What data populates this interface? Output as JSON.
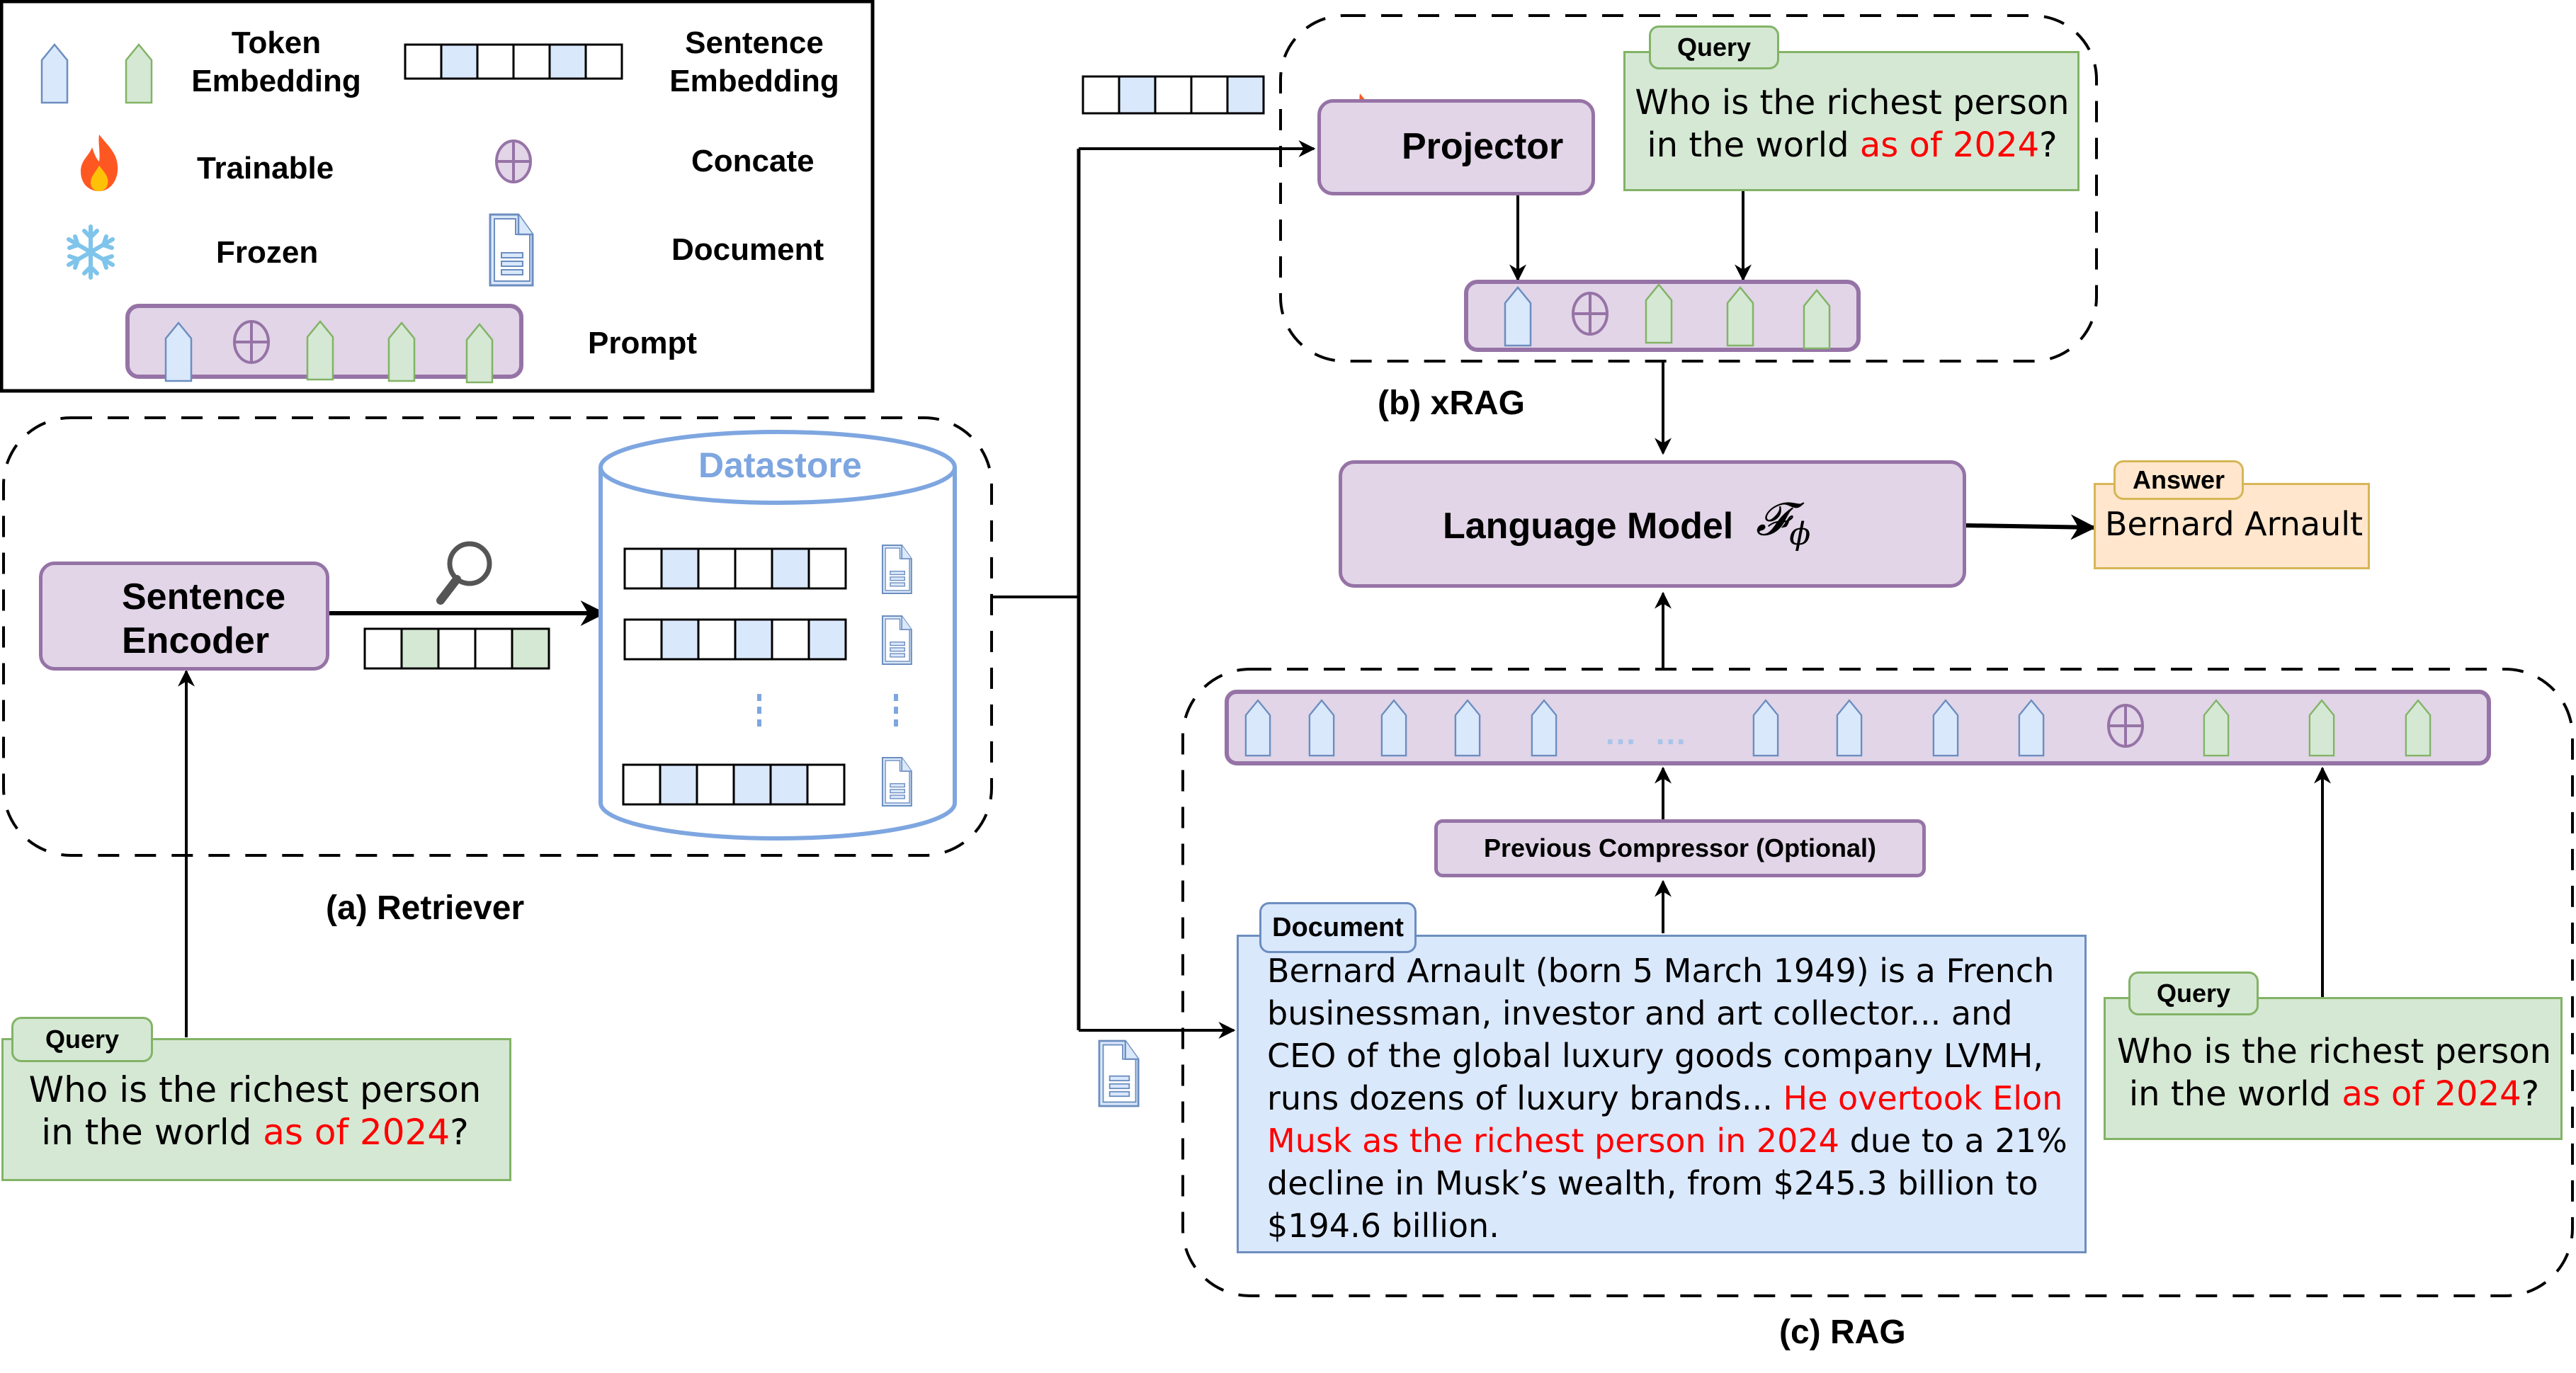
{
  "legend": {
    "token_embedding": "Token\nEmbedding",
    "token_embedding_line1": "Token",
    "token_embedding_line2": "Embedding",
    "sentence_embedding_line1": "Sentence",
    "sentence_embedding_line2": "Embedding",
    "trainable": "Trainable",
    "concate": "Concate",
    "frozen": "Frozen",
    "document": "Document",
    "prompt": "Prompt"
  },
  "retriever": {
    "caption": "(a) Retriever",
    "encoder_line1": "Sentence",
    "encoder_line2": "Encoder",
    "datastore": "Datastore",
    "query_tab": "Query",
    "query_text_before": "Who is the richest person in the world ",
    "query_text_highlight": "as of 2024",
    "query_text_after": "?"
  },
  "xrag": {
    "caption": "(b) xRAG",
    "projector": "Projector",
    "query_tab": "Query",
    "query_text_before": "Who is the richest person in the world ",
    "query_text_highlight": "as of 2024",
    "query_text_after": "?"
  },
  "language_model": {
    "label": "Language Model",
    "symbol": "𝓕",
    "subscript": "ϕ"
  },
  "answer": {
    "tab": "Answer",
    "text": "Bernard Arnault"
  },
  "rag": {
    "caption": "(c) RAG",
    "compressor": "Previous Compressor (Optional)",
    "ellipsis": "… …",
    "document_tab": "Document",
    "document_text_before": "Bernard Arnault (born 5 March 1949) is a French businessman, investor and art collector... and CEO of the global luxury goods company LVMH, runs dozens of luxury brands... ",
    "document_text_highlight": "He overtook Elon Musk as the richest person in 2024",
    "document_text_after": " due to a 21% decline in Musk’s wealth, from $245.3 billion to $194.6 billion.",
    "query_tab": "Query",
    "query_text_before": "Who is the richest person in the world ",
    "query_text_highlight": "as of 2024",
    "query_text_after": "?"
  },
  "colors": {
    "purple_fill": "#e1d5e7",
    "purple_stroke": "#9673a6",
    "blue_fill": "#dae8fc",
    "blue_stroke": "#6c8ebf",
    "green_fill": "#d5e8d4",
    "green_stroke": "#82b366",
    "orange_fill": "#ffe6cc",
    "orange_stroke": "#d6b656",
    "highlight_red": "#ff0000",
    "datastore_blue": "#7ea6e0"
  }
}
